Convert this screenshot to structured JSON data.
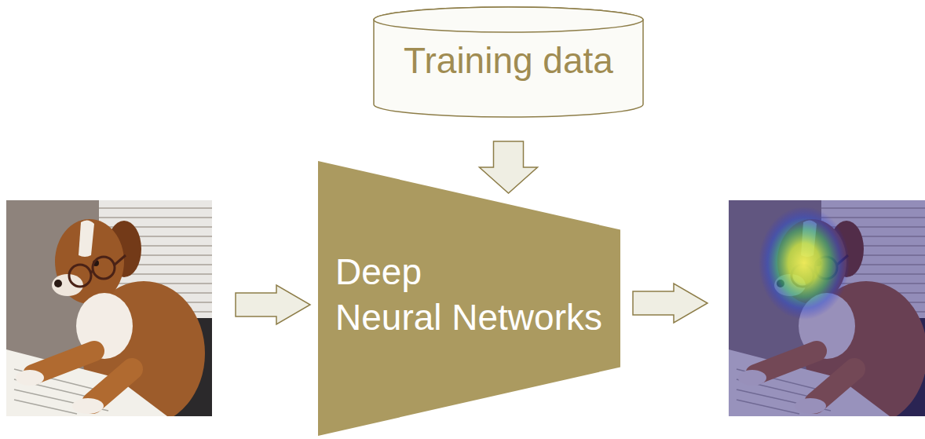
{
  "diagram": {
    "nodes": [
      {
        "text": [
          "Training data"
        ]
      },
      {
        "text": [
          "Deep Neural Networks"
        ]
      }
    ],
    "edges": [
      {
        "from": 0,
        "to": 1,
        "arrow": "to"
      }
    ]
  }
}
